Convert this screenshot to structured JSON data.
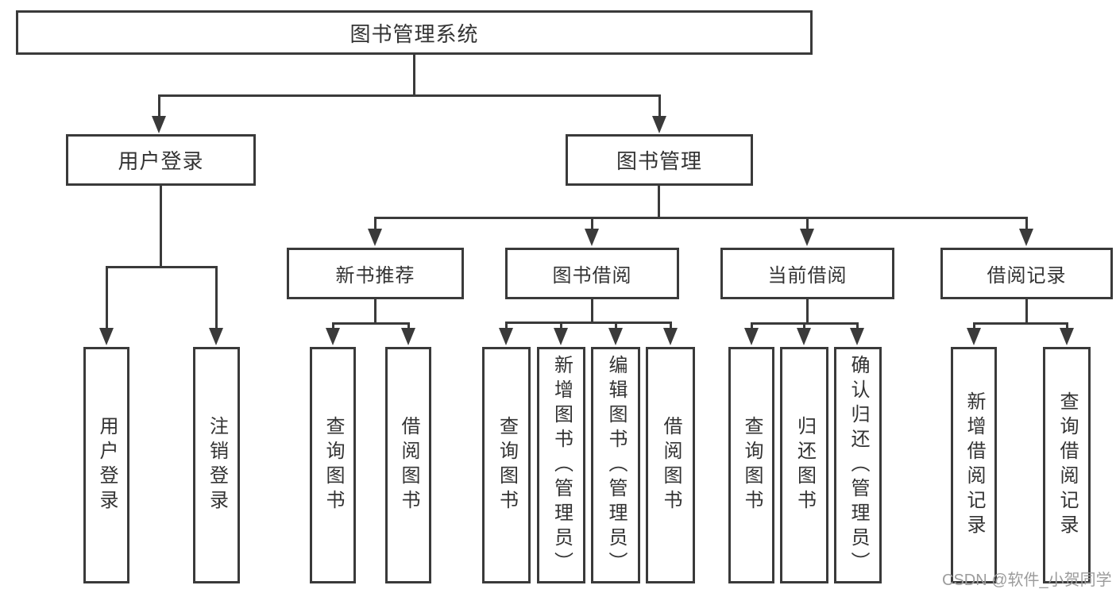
{
  "tree": {
    "root": {
      "label": "图书管理系统",
      "children": [
        {
          "label": "用户登录",
          "children": [
            {
              "label": "用户登录"
            },
            {
              "label": "注销登录"
            }
          ]
        },
        {
          "label": "图书管理",
          "children": [
            {
              "label": "新书推荐",
              "children": [
                {
                  "label": "查询图书"
                },
                {
                  "label": "借阅图书"
                }
              ]
            },
            {
              "label": "图书借阅",
              "children": [
                {
                  "label": "查询图书"
                },
                {
                  "label": "新增图书（管理员）"
                },
                {
                  "label": "编辑图书（管理员）"
                },
                {
                  "label": "借阅图书"
                }
              ]
            },
            {
              "label": "当前借阅",
              "children": [
                {
                  "label": "查询图书"
                },
                {
                  "label": "归还图书"
                },
                {
                  "label": "确认归还（管理员）"
                }
              ]
            },
            {
              "label": "借阅记录",
              "children": [
                {
                  "label": "新增借阅记录"
                },
                {
                  "label": "查询借阅记录"
                }
              ]
            }
          ]
        }
      ]
    }
  },
  "watermark": {
    "text": "CSDN @软件_小贺同学"
  },
  "colors": {
    "line": "#3a3a3a",
    "text": "#333333",
    "watermark": "#9c9c9c",
    "background": "#ffffff"
  }
}
